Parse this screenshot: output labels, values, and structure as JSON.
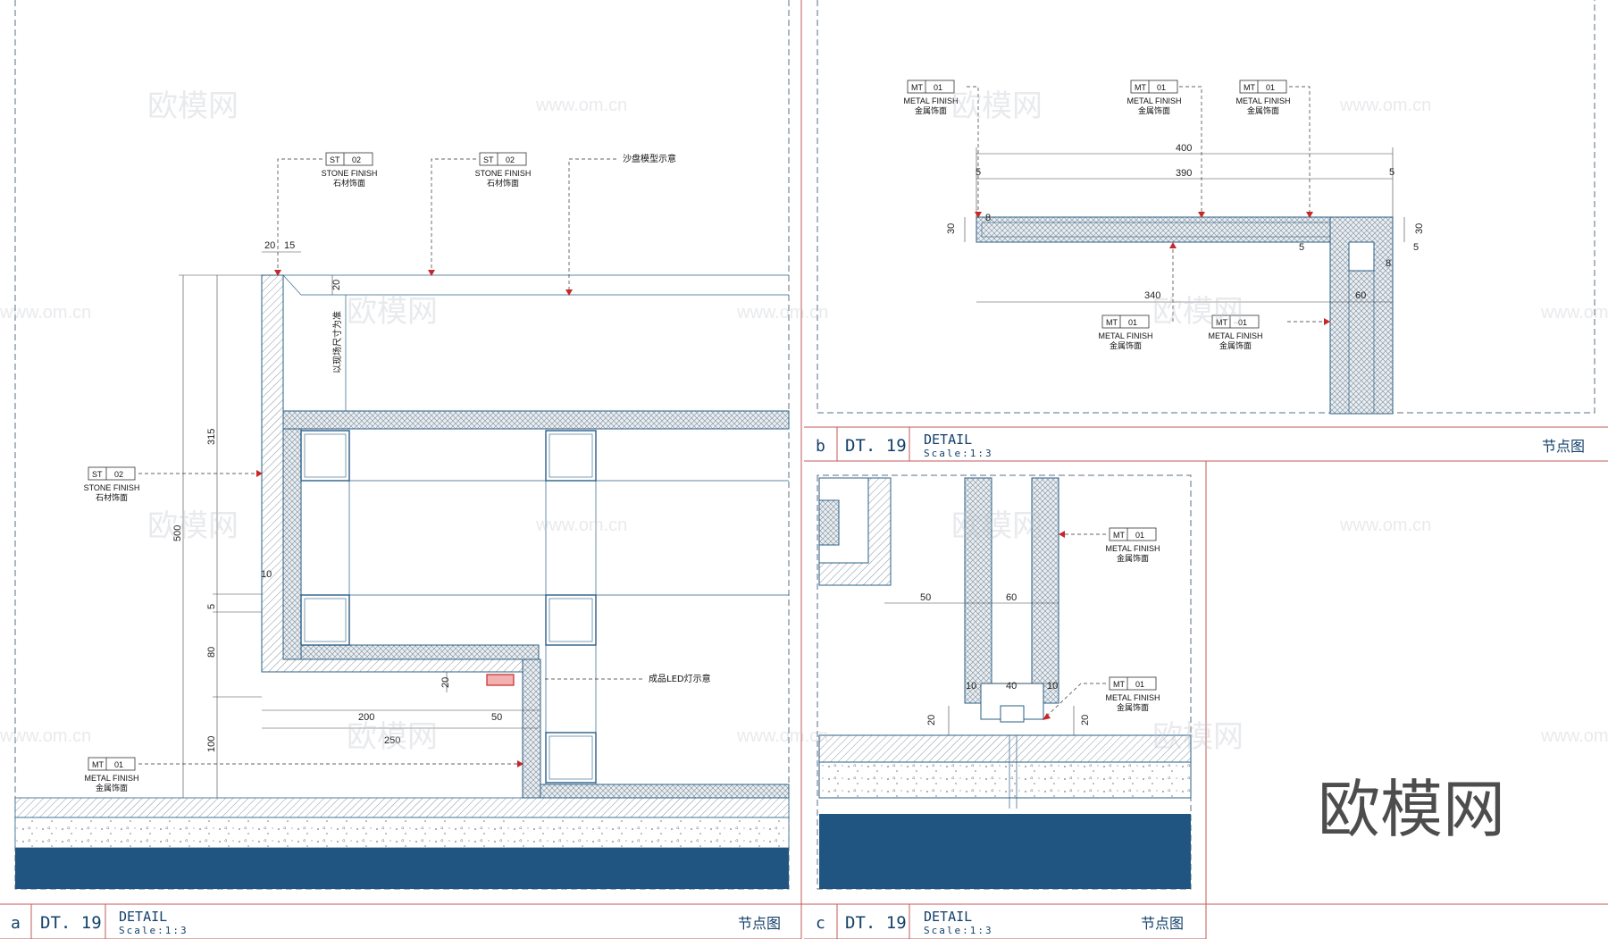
{
  "watermark": {
    "brand": "欧模网",
    "url": "www.om.cn"
  },
  "panels": {
    "a": {
      "letter": "a",
      "id": "DT. 19",
      "title": "DETAIL",
      "scale": "Scale:1:3",
      "cn_title": "节点图"
    },
    "b": {
      "letter": "b",
      "id": "DT. 19",
      "title": "DETAIL",
      "scale": "Scale:1:3",
      "cn_title": "节点图"
    },
    "c": {
      "letter": "c",
      "id": "DT. 19",
      "title": "DETAIL",
      "scale": "Scale:1:3",
      "cn_title": "节点图"
    }
  },
  "tags": {
    "st02": {
      "code": "ST",
      "num": "02",
      "en": "STONE FINISH",
      "cn": "石材饰面"
    },
    "mt01": {
      "code": "MT",
      "num": "01",
      "en": "METAL FINISH",
      "cn": "金属饰面"
    }
  },
  "notes": {
    "sandtable": "沙盘模型示意",
    "led": "成品LED灯示意",
    "vertical": "以现场尺寸为准"
  },
  "dims_a": [
    "20",
    "15",
    "20",
    "315",
    "500",
    "10",
    "5",
    "80",
    "100",
    "20",
    "200",
    "50",
    "250"
  ],
  "dims_b": [
    "400",
    "390",
    "5",
    "5",
    "30",
    "30",
    "8",
    "8",
    "5",
    "5",
    "340",
    "60"
  ],
  "dims_c": [
    "50",
    "60",
    "10",
    "40",
    "10",
    "20",
    "20"
  ],
  "colors": {
    "navy": "#1f5580",
    "frame": "#c45a5a",
    "line": "#2b5f86",
    "title": "#13406b"
  }
}
